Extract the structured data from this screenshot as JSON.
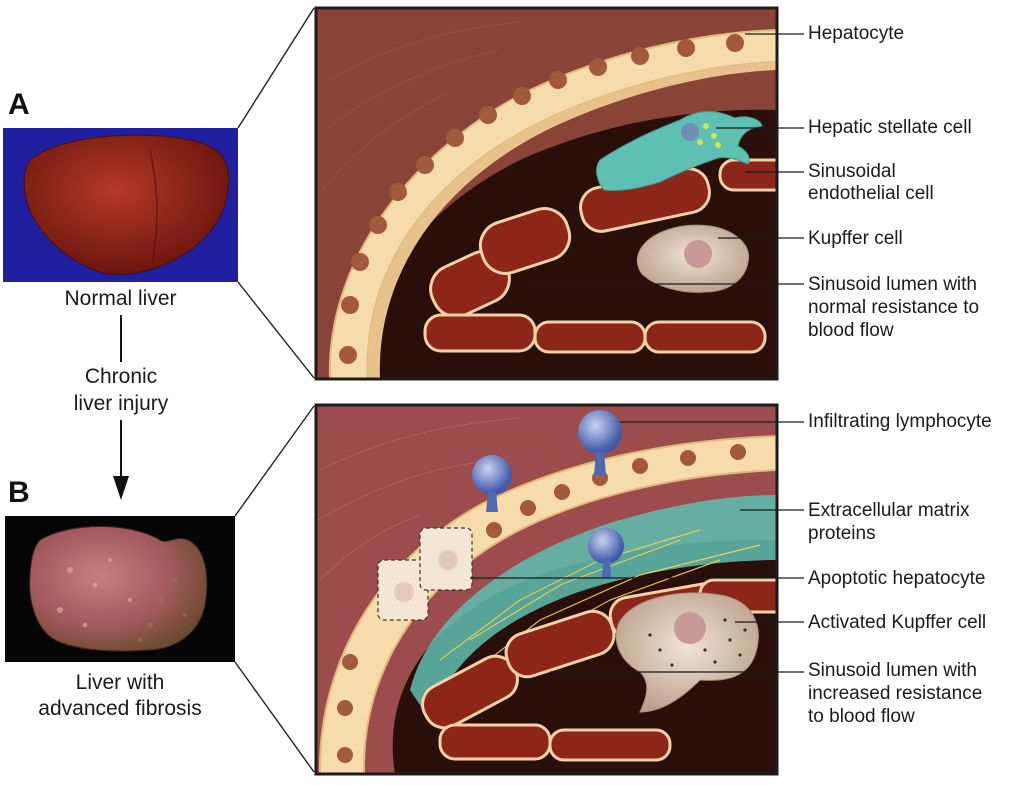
{
  "panel_a": {
    "letter": "A",
    "caption": "Normal liver",
    "labels": {
      "hepatocyte": "Hepatocyte",
      "stellate": "Hepatic stellate cell",
      "endothelial_1": "Sinusoidal",
      "endothelial_2": "endothelial cell",
      "kupffer": "Kupffer cell",
      "lumen_1": "Sinusoid lumen with",
      "lumen_2": "normal resistance to",
      "lumen_3": "blood flow"
    }
  },
  "transition": {
    "line_1": "Chronic",
    "line_2": "liver injury"
  },
  "panel_b": {
    "letter": "B",
    "caption_1": "Liver with",
    "caption_2": "advanced fibrosis",
    "labels": {
      "lymphocyte": "Infiltrating lymphocyte",
      "ecm_1": "Extracellular matrix",
      "ecm_2": "proteins",
      "apoptotic": "Apoptotic hepatocyte",
      "activated_kupffer": "Activated Kupffer cell",
      "lumen_1": "Sinusoid lumen with",
      "lumen_2": "increased resistance",
      "lumen_3": "to blood flow"
    }
  },
  "colors": {
    "photo_a_background": "#1f1fa0",
    "photo_b_background": "#050505",
    "normal_liver": "#8b2418",
    "fibrotic_liver": "#b06a6a",
    "tissue": "#8e4a40",
    "hepatocyte": "#f6dcaa",
    "nucleus": "#a35a3c",
    "endothelial": "#7a1d14",
    "stellate": "#5ec0b2",
    "lymphocyte": "#4f68b4",
    "kupffer": "#d9c6b4"
  }
}
